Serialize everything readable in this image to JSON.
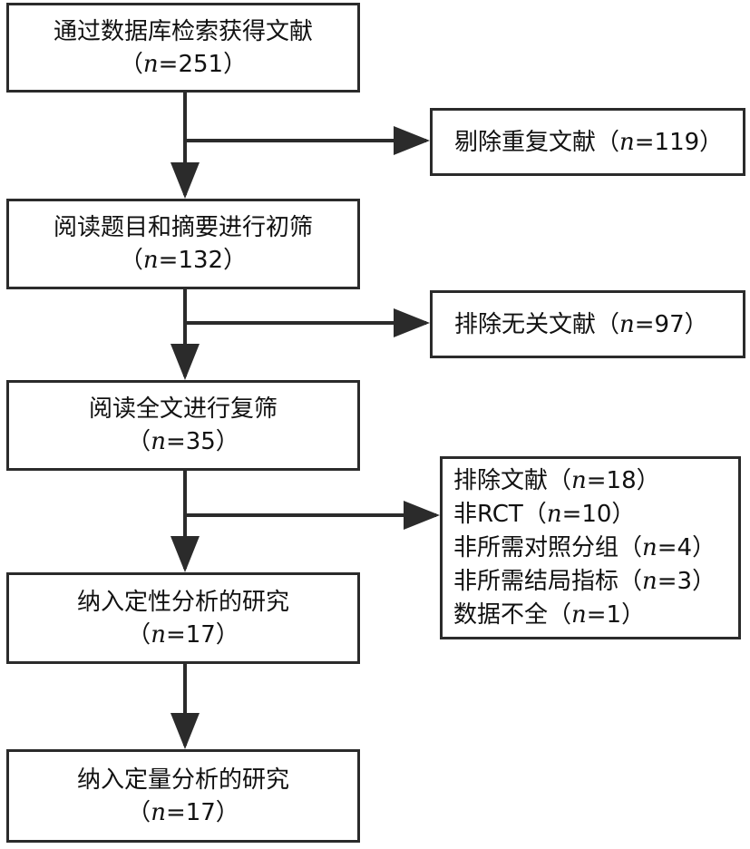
{
  "main_steps": [
    {
      "label": "通过数据库检索获得文献",
      "count_open": "（",
      "count_n": "n",
      "count_rest": "=251）"
    },
    {
      "label": "阅读题目和摘要进行初筛",
      "count_open": "（",
      "count_n": "n",
      "count_rest": "=132）"
    },
    {
      "label": "阅读全文进行复筛",
      "count_open": "（",
      "count_n": "n",
      "count_rest": "=35）"
    },
    {
      "label": "纳入定性分析的研究",
      "count_open": "（",
      "count_n": "n",
      "count_rest": "=17）"
    },
    {
      "label": "纳入定量分析的研究",
      "count_open": "（",
      "count_n": "n",
      "count_rest": "=17）"
    }
  ],
  "exclusions": [
    {
      "label": "剔除重复文献（",
      "n": "n",
      "rest": "=119）"
    },
    {
      "label": "排除无关文献（",
      "n": "n",
      "rest": "=97）"
    }
  ],
  "fulltext_exclusion": {
    "lines": [
      {
        "label": "排除文献（",
        "n": "n",
        "rest": "=18）"
      },
      {
        "label": "非RCT（",
        "n": "n",
        "rest": "=10）"
      },
      {
        "label": "非所需对照分组（",
        "n": "n",
        "rest": "=4）"
      },
      {
        "label": "非所需结局指标（",
        "n": "n",
        "rest": "=3）"
      },
      {
        "label": "数据不全（",
        "n": "n",
        "rest": "=1）"
      }
    ]
  },
  "colors": {
    "line": "#2b2b2b"
  }
}
